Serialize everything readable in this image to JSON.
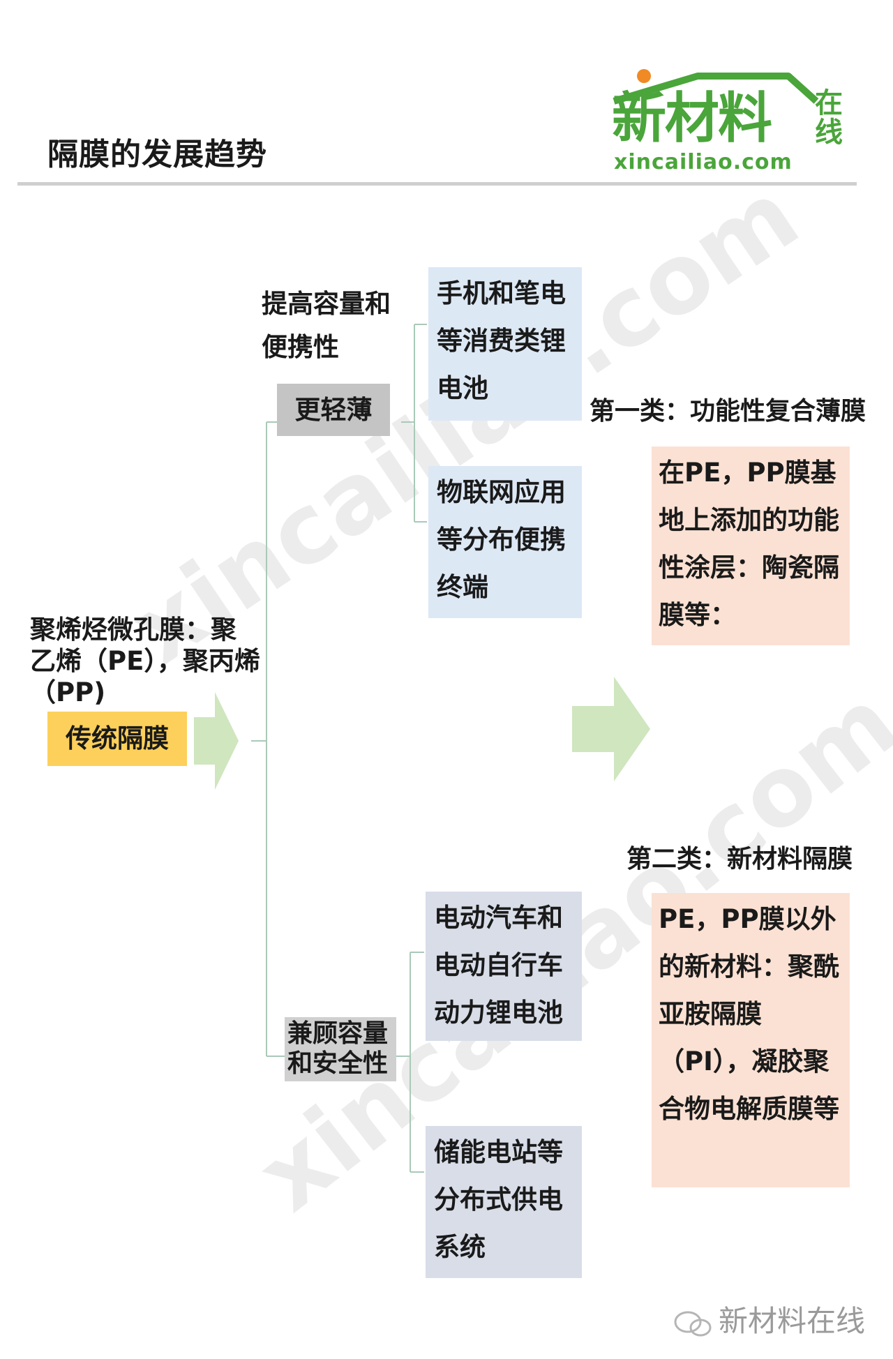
{
  "header": {
    "title": "隔膜的发展趋势",
    "logo": {
      "main": "新材料",
      "side": "在线",
      "url": "xincailiao.com"
    }
  },
  "diagram": {
    "root": {
      "label": "传统隔膜",
      "description": "聚烯烃微孔膜：聚乙烯（PE），聚丙烯（PP)"
    },
    "branches": [
      {
        "label": "更轻薄",
        "goal": "提高容量和便携性",
        "applications": [
          "手机和笔电等消费类锂电池",
          "物联网应用等分布便携终端"
        ]
      },
      {
        "label": "兼顾容量和安全性",
        "applications": [
          "电动汽车和电动自行车动力锂电池",
          "储能电站等分布式供电系统"
        ]
      }
    ],
    "categories": [
      {
        "heading": "第一类：功能性复合薄膜",
        "description": "在PE，PP膜基地上添加的功能性涂层：陶瓷隔膜等："
      },
      {
        "heading": "第二类：新材料隔膜",
        "description": "PE，PP膜以外的新材料：聚酰亚胺隔膜（PI），凝胶聚合物电解质膜等"
      }
    ]
  },
  "watermark": "xincailiao.com",
  "footer": "新材料在线",
  "colors": {
    "accent_green": "#4aa53a",
    "arrow_green": "#cfe6bf",
    "yellow_box": "#fcd05a",
    "gray_box": "#c4c4c4",
    "blue_box": "#dde8f5",
    "grayblue_box": "#d8dde8",
    "peach_box": "#fbe1d3",
    "logo_dot": "#f08a24"
  }
}
